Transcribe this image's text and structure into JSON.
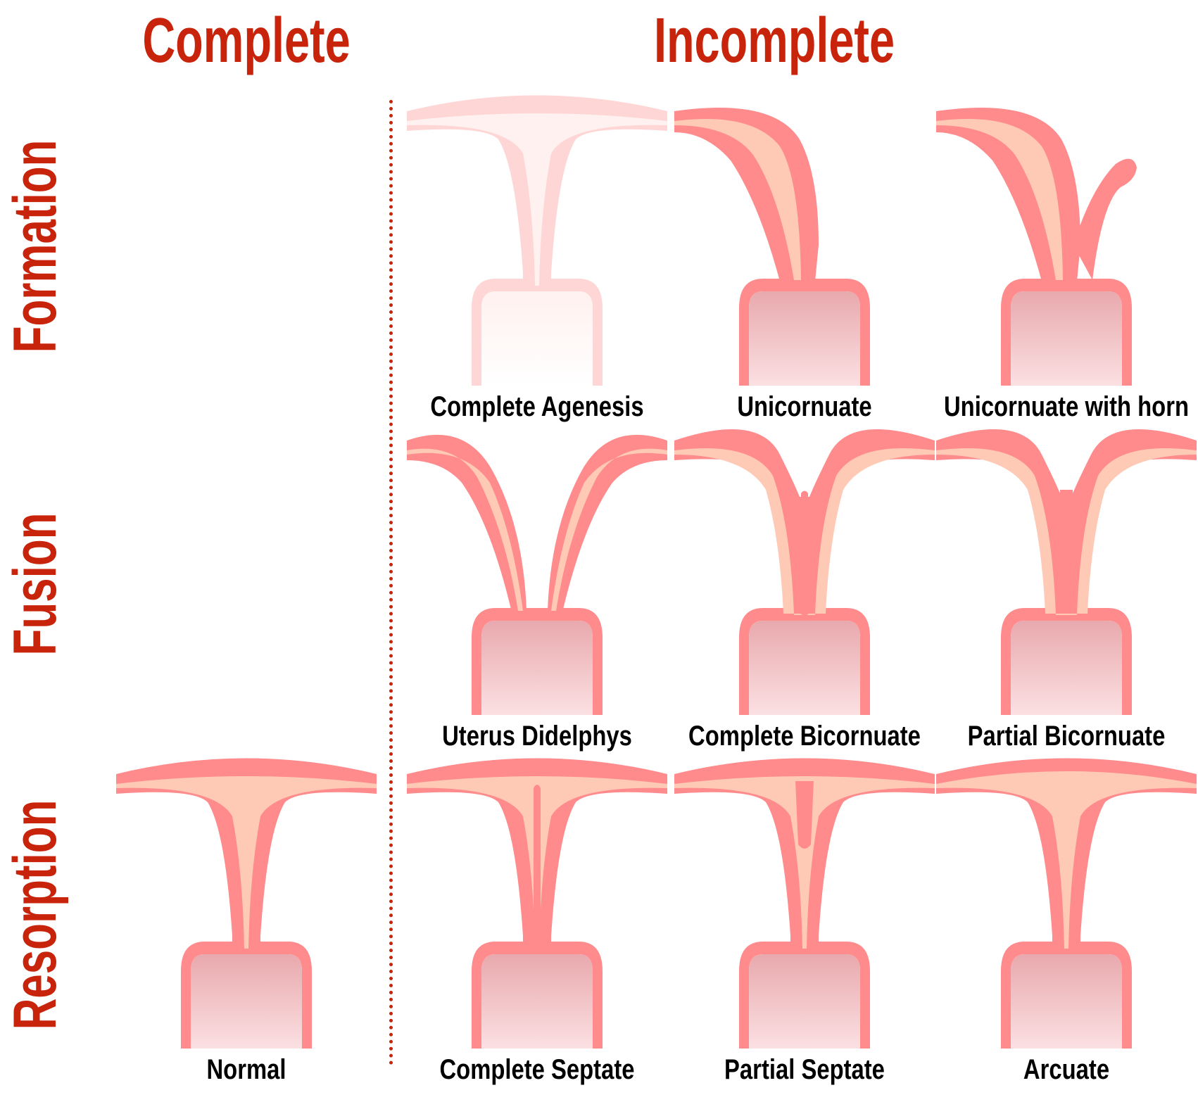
{
  "colors": {
    "heading": "#c8240c",
    "wall": "#ff8b8d",
    "cavity": "#ffcab5",
    "cervix_top": "#e8a9ad",
    "cervix_bottom": "#fbe0e2",
    "faded_wall": "#ffd6d6",
    "faded_cavity": "#fff1ef"
  },
  "headers": {
    "columns": {
      "complete": "Complete",
      "incomplete": "Incomplete"
    },
    "rows": {
      "formation": "Formation",
      "fusion": "Fusion",
      "resorption": "Resorption"
    }
  },
  "cells": {
    "complete_agenesis": {
      "label": "Complete Agenesis",
      "shape": "normal",
      "faded": true
    },
    "unicornuate": {
      "label": "Unicornuate",
      "shape": "unicornuate"
    },
    "unicornuate_horn": {
      "label": "Unicornuate with horn",
      "shape": "unicornuate-horn"
    },
    "didelphys": {
      "label": "Uterus Didelphys",
      "shape": "didelphys"
    },
    "complete_bicornuate": {
      "label": "Complete Bicornuate",
      "shape": "complete-bicornuate"
    },
    "partial_bicornuate": {
      "label": "Partial Bicornuate",
      "shape": "partial-bicornuate"
    },
    "normal": {
      "label": "Normal",
      "shape": "normal"
    },
    "complete_septate": {
      "label": "Complete Septate",
      "shape": "complete-septate"
    },
    "partial_septate": {
      "label": "Partial Septate",
      "shape": "partial-septate"
    },
    "arcuate": {
      "label": "Arcuate",
      "shape": "arcuate"
    }
  }
}
